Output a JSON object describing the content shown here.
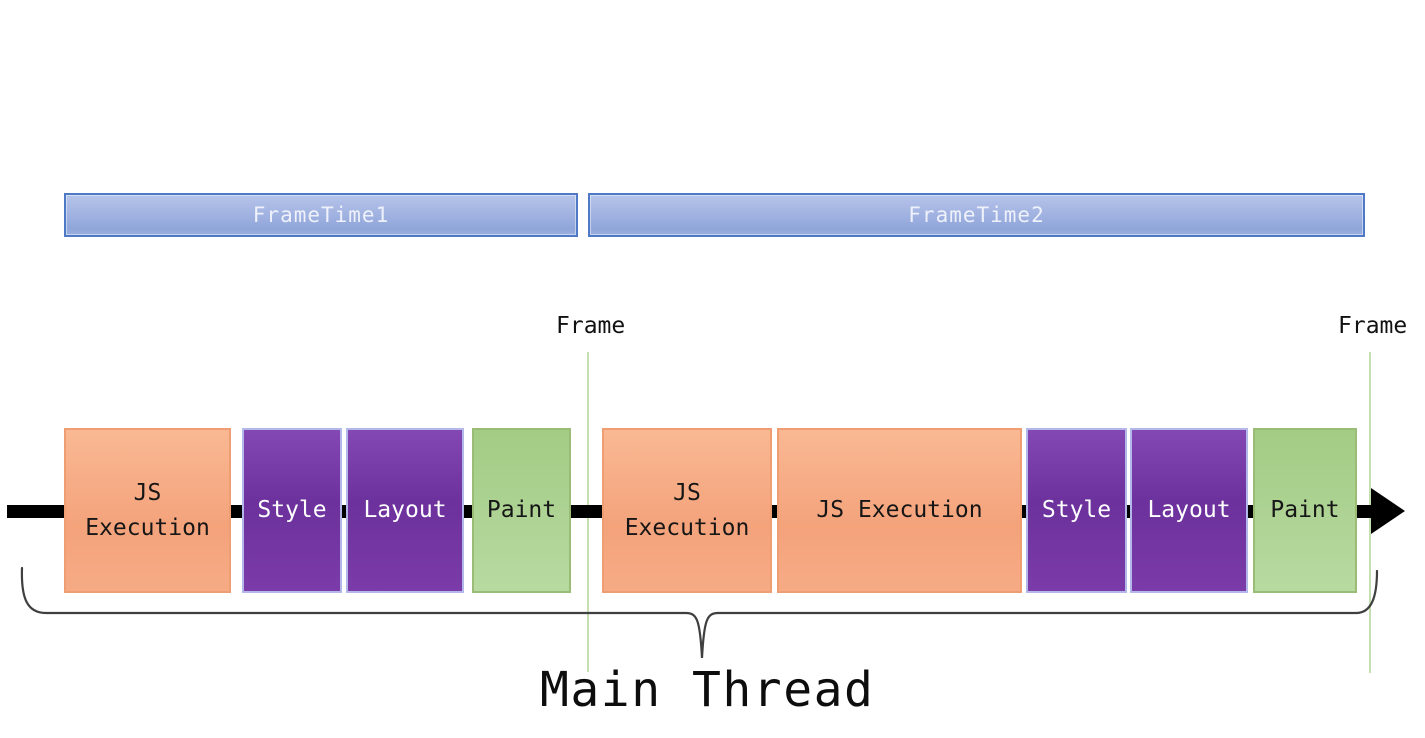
{
  "diagram": {
    "frame_bars": [
      {
        "label": "FrameTime1"
      },
      {
        "label": "FrameTime2"
      }
    ],
    "frame_markers": [
      {
        "label": "Frame"
      },
      {
        "label": "Frame"
      }
    ],
    "timeline_blocks": [
      {
        "label": "JS Execution",
        "phase": "js"
      },
      {
        "label": "Style",
        "phase": "style"
      },
      {
        "label": "Layout",
        "phase": "layout"
      },
      {
        "label": "Paint",
        "phase": "paint"
      },
      {
        "label": "JS Execution",
        "phase": "js"
      },
      {
        "label": "JS Execution",
        "phase": "js"
      },
      {
        "label": "Style",
        "phase": "style"
      },
      {
        "label": "Layout",
        "phase": "layout"
      },
      {
        "label": "Paint",
        "phase": "paint"
      }
    ],
    "main_thread_label": "Main Thread",
    "colors": {
      "frame_bar_fill": "#a3b4e2",
      "frame_bar_border": "#4e79c7",
      "js_fill": "#f6ab85",
      "style_layout_fill": "#7434a4",
      "paint_fill": "#aed394",
      "timeline": "#000000",
      "frame_line": "#c5dfb3",
      "brace": "#3f3f3f"
    }
  }
}
